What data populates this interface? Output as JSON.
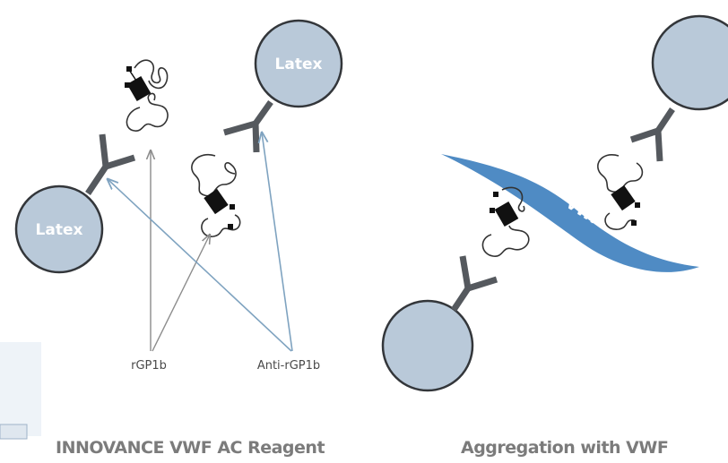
{
  "labels": {
    "latex": "Latex",
    "rgp1b": "rGP1b",
    "anti_rgp1b": "Anti-rGP1b",
    "vwf": "VWF"
  },
  "captions": {
    "left": "INNOVANCE VWF AC Reagent",
    "right": "Aggregation with VWF"
  },
  "colors": {
    "latex_fill": "#b9c9d9",
    "latex_stroke": "#33363a",
    "antibody": "#55595e",
    "vwf_band": "#4f8bc4",
    "arrow": "#7fa3c0",
    "arrow_gray": "#8c8c8c"
  }
}
